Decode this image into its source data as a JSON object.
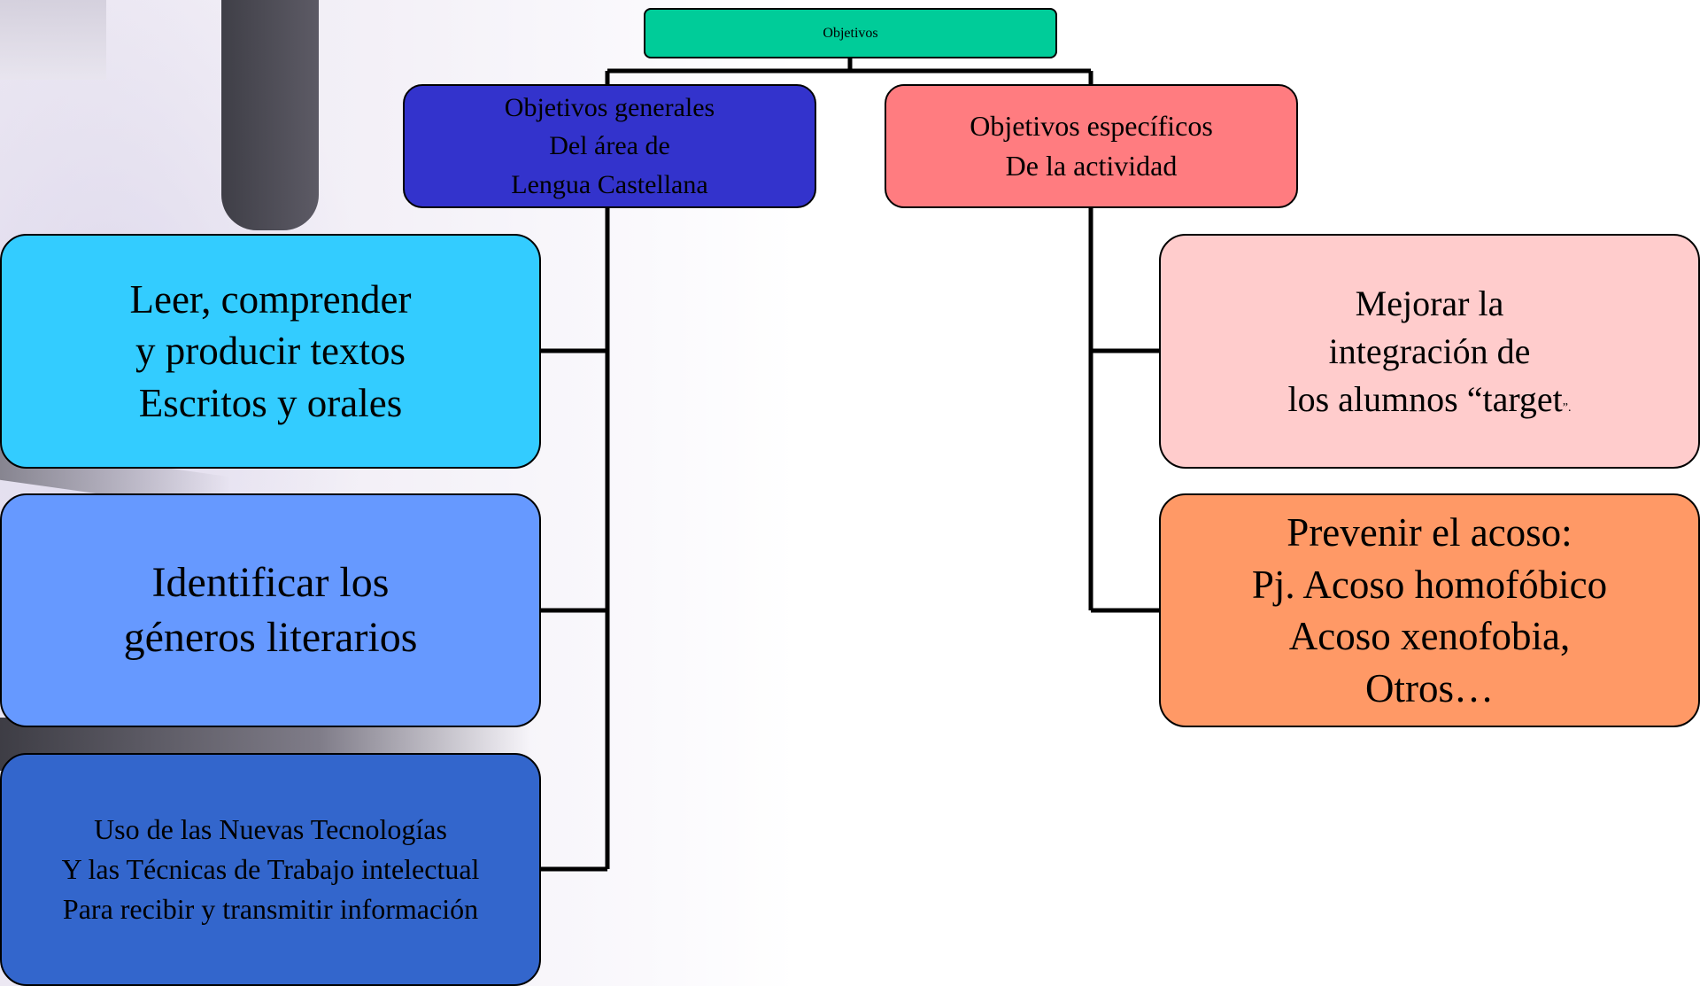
{
  "diagram": {
    "root": {
      "label": "Objetivos",
      "color": "#00cc99"
    },
    "generales": {
      "lines": [
        "Objetivos  generales",
        "Del área de",
        "Lengua Castellana"
      ],
      "color": "#3333cc"
    },
    "especificos": {
      "lines": [
        "Objetivos específicos",
        "De la actividad"
      ],
      "color": "#ff7c80"
    },
    "leer": {
      "lines": [
        "Leer, comprender",
        " y producir textos",
        "Escritos y orales"
      ],
      "color": "#33ccff"
    },
    "identificar": {
      "lines": [
        "Identificar los",
        "géneros literarios"
      ],
      "color": "#6699ff"
    },
    "uso": {
      "lines": [
        "Uso de las Nuevas  Tecnologías",
        "Y las Técnicas de  Trabajo intelectual",
        "Para recibir y transmitir información"
      ],
      "color": "#3366cc"
    },
    "mejorar": {
      "lines": [
        "Mejorar la",
        "integración  de",
        "los alumnos “target"
      ],
      "suffix": "”.",
      "color": "#ffcccc"
    },
    "prevenir": {
      "lines": [
        "Prevenir el acoso:",
        "Pj. Acoso homofóbico",
        "Acoso xenofobia,",
        "Otros…"
      ],
      "color": "#ff9966"
    }
  }
}
